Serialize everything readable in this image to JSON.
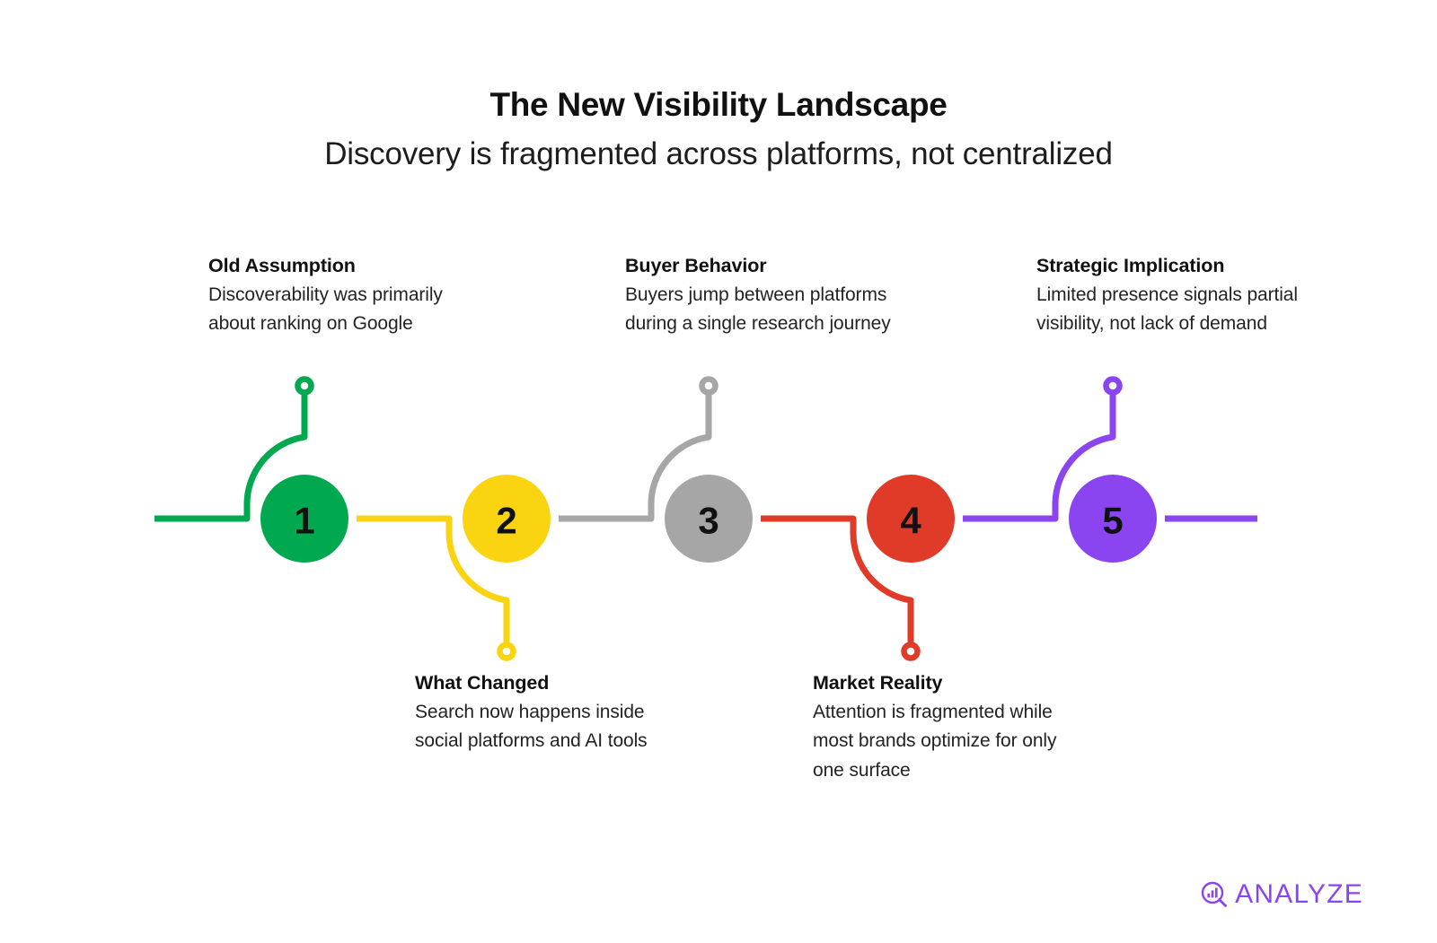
{
  "header": {
    "title": "The New Visibility Landscape",
    "subtitle": "Discovery is fragmented across platforms, not centralized"
  },
  "colors": {
    "step1": "#00a84f",
    "step2": "#fad411",
    "step3": "#a6a6a6",
    "step4": "#e03b28",
    "step5": "#8b45f0",
    "text": "#111111",
    "background": "#ffffff",
    "brand": "#8b45f0"
  },
  "timeline": {
    "steps": [
      {
        "number": "1",
        "title": "Old Assumption",
        "body": "Discoverability was primarily about ranking on Google",
        "color": "#00a84f",
        "side": "above"
      },
      {
        "number": "2",
        "title": "What Changed",
        "body": "Search now happens inside social platforms and AI tools",
        "color": "#fad411",
        "side": "below"
      },
      {
        "number": "3",
        "title": "Buyer Behavior",
        "body": "Buyers jump between platforms during a single research journey",
        "color": "#a6a6a6",
        "side": "above"
      },
      {
        "number": "4",
        "title": "Market Reality",
        "body": "Attention is fragmented while most brands optimize for only one surface",
        "color": "#e03b28",
        "side": "below"
      },
      {
        "number": "5",
        "title": "Strategic Implication",
        "body": "Limited presence signals partial visibility, not lack of demand",
        "color": "#8b45f0",
        "side": "above"
      }
    ]
  },
  "logo": {
    "text": "ANALYZE",
    "icon": "magnifier-bar-chart-icon",
    "color": "#8b45f0"
  }
}
